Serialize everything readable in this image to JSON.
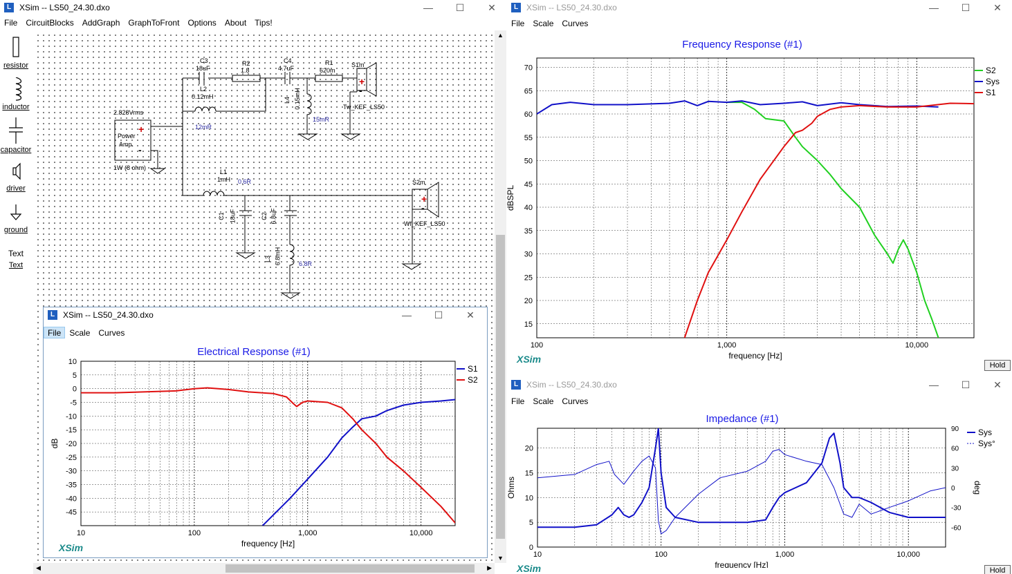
{
  "main": {
    "title": "XSim -- LS50_24.30.dxo",
    "menu": [
      "File",
      "CircuitBlocks",
      "AddGraph",
      "GraphToFront",
      "Options",
      "About",
      "Tips!"
    ],
    "palette": [
      {
        "label": "resistor",
        "icon": "resistor-icon"
      },
      {
        "label": "inductor",
        "icon": "inductor-icon"
      },
      {
        "label": "capacitor",
        "icon": "capacitor-icon"
      },
      {
        "label": "driver",
        "icon": "driver-icon"
      },
      {
        "label": "ground",
        "icon": "ground-icon"
      },
      {
        "label": "Text",
        "icon": "text-icon"
      }
    ],
    "schematic": {
      "source_voltage": "2.828Vrms",
      "amp_label1": "Power",
      "amp_label2": "Amp.",
      "amp_rating": "1W (8 ohm)",
      "C3_name": "C3",
      "C3_val": "18uF",
      "R2_name": "R2",
      "R2_val": "1.8",
      "C4_name": "C4",
      "C4_val": "4.7uF",
      "R1_name": "R1",
      "R1_val": "620m",
      "S1m_name": "S1m",
      "S1m_model": "Tw_KEF_LS50",
      "L2_name": "L2",
      "L2_val": "0.12mH",
      "L2_res": "12mR",
      "L4_name": "L4",
      "L4_val": "0.15mH",
      "L4_res": "15mR",
      "L1_name": "L1",
      "L1_val": "1mH",
      "L1_res": "0.6R",
      "C1_name": "C1",
      "C1_val": "18uF",
      "C2_name": "C2",
      "C2_val": "6.8uF",
      "L3_name": "L3",
      "L3_val": "6.8mH",
      "L3_res": "6.8R",
      "S2m_name": "S2m",
      "S2m_model": "Wf_KEF_LS50"
    }
  },
  "electrical": {
    "title": "XSim -- LS50_24.30.dxo",
    "menu": [
      "File",
      "Scale",
      "Curves"
    ],
    "brand": "XSim",
    "chart_data": {
      "type": "line",
      "title": "Electrical Response (#1)",
      "xlabel": "frequency [Hz]",
      "ylabel": "dB",
      "xscale": "log",
      "xlim": [
        10,
        20000
      ],
      "ylim": [
        -50,
        10
      ],
      "yticks": [
        10,
        5,
        0,
        -5,
        -10,
        -15,
        -20,
        -25,
        -30,
        -35,
        -40,
        -45
      ],
      "xticks": [
        "10",
        "100",
        "1,000",
        "10,000"
      ],
      "legend": "top-right",
      "series": [
        {
          "name": "S1",
          "color": "#1010c8",
          "x": [
            400,
            700,
            1000,
            1500,
            2000,
            2500,
            3000,
            4000,
            5000,
            7000,
            10000,
            15000,
            20000
          ],
          "y": [
            -50,
            -40,
            -33,
            -25,
            -18,
            -14,
            -11,
            -10,
            -8,
            -6,
            -5,
            -4.5,
            -4
          ]
        },
        {
          "name": "S2",
          "color": "#e01010",
          "x": [
            10,
            20,
            30,
            50,
            70,
            100,
            130,
            200,
            300,
            500,
            650,
            750,
            800,
            900,
            1000,
            1500,
            2000,
            2500,
            3000,
            4000,
            5000,
            7000,
            10000,
            15000,
            20000
          ],
          "y": [
            -1.5,
            -1.5,
            -1.3,
            -1,
            -0.8,
            0,
            0.3,
            -0.3,
            -1.2,
            -1.8,
            -3,
            -5.5,
            -6.5,
            -5,
            -4.5,
            -5,
            -7,
            -11,
            -15,
            -20,
            -25,
            -30,
            -36,
            -43,
            -49
          ]
        }
      ]
    }
  },
  "frequency": {
    "title": "XSim -- LS50_24.30.dxo",
    "menu": [
      "File",
      "Scale",
      "Curves"
    ],
    "brand": "XSim",
    "hold": "Hold",
    "chart_data": {
      "type": "line",
      "title": "Frequency Response (#1)",
      "xlabel": "frequency [Hz]",
      "ylabel": "dBSPL",
      "xscale": "log",
      "xlim": [
        100,
        20000
      ],
      "ylim": [
        12,
        72
      ],
      "yticks": [
        70,
        65,
        60,
        55,
        50,
        45,
        40,
        35,
        30,
        25,
        20,
        15
      ],
      "xticks": [
        "100",
        "1,000",
        "10,000"
      ],
      "legend": "top-right",
      "series": [
        {
          "name": "S2",
          "color": "#20d020",
          "x": [
            1000,
            1200,
            1400,
            1600,
            2000,
            2300,
            2500,
            3000,
            3500,
            4000,
            5000,
            6000,
            7000,
            7500,
            8000,
            8500,
            9000,
            10000,
            11000,
            12000,
            13000
          ],
          "y": [
            62.5,
            62.5,
            61,
            59,
            58.5,
            55,
            53,
            50,
            47,
            44,
            40,
            34,
            30,
            28,
            31,
            33,
            31,
            26,
            20,
            16,
            12
          ]
        },
        {
          "name": "Sys",
          "color": "#1010c8",
          "x": [
            100,
            120,
            150,
            200,
            300,
            500,
            600,
            700,
            800,
            1000,
            1200,
            1500,
            2000,
            2500,
            3000,
            4000,
            5000,
            7000,
            10000,
            13000
          ],
          "y": [
            60,
            62,
            62.5,
            62,
            62,
            62.3,
            62.8,
            61.8,
            62.7,
            62.5,
            62.8,
            62,
            62.3,
            62.6,
            61.8,
            62.4,
            62,
            61.6,
            61.7,
            61.5
          ]
        },
        {
          "name": "S1",
          "color": "#e01010",
          "x": [
            600,
            700,
            800,
            1000,
            1200,
            1500,
            2000,
            2300,
            2500,
            2800,
            3000,
            3500,
            4000,
            5000,
            7000,
            10000,
            15000,
            20000
          ],
          "y": [
            12,
            20,
            26,
            33,
            39,
            46,
            53,
            56,
            56.5,
            58,
            59.5,
            61,
            61.5,
            61.8,
            61.5,
            61.5,
            62.3,
            62.2
          ]
        }
      ]
    }
  },
  "impedance": {
    "title": "XSim -- LS50_24.30.dxo",
    "menu": [
      "File",
      "Scale",
      "Curves"
    ],
    "brand": "XSim",
    "hold": "Hold",
    "chart_data": {
      "type": "line",
      "title": "Impedance (#1)",
      "xlabel": "frequency [Hz]",
      "ylabel": "Ohms",
      "y2label": "deg",
      "xscale": "log",
      "xlim": [
        10,
        20000
      ],
      "ylim": [
        0,
        24
      ],
      "y2lim": [
        -90,
        90
      ],
      "yticks": [
        0,
        5,
        10,
        15,
        20
      ],
      "y2ticks": [
        90,
        60,
        30,
        0,
        -30,
        -60
      ],
      "xticks": [
        "10",
        "100",
        "1,000",
        "10,000"
      ],
      "legend": "top-right",
      "series": [
        {
          "name": "Sys",
          "color": "#1010c8",
          "axis": "left",
          "x": [
            10,
            20,
            30,
            40,
            45,
            50,
            55,
            60,
            70,
            80,
            90,
            95,
            100,
            110,
            130,
            200,
            300,
            500,
            700,
            800,
            900,
            1000,
            1500,
            2000,
            2300,
            2500,
            2800,
            3000,
            3500,
            4000,
            5000,
            7000,
            10000,
            15000,
            20000
          ],
          "y": [
            4,
            4,
            4.5,
            6.5,
            8,
            6.5,
            6,
            6.5,
            9,
            12,
            20,
            24,
            15,
            8,
            6,
            5,
            5,
            5,
            5.5,
            8,
            10,
            11,
            13,
            17,
            22,
            23,
            17,
            12,
            10,
            10,
            9,
            7,
            6,
            6,
            6
          ]
        },
        {
          "name": "Sys°",
          "color": "#1010c8",
          "axis": "right",
          "x": [
            10,
            20,
            30,
            38,
            42,
            50,
            60,
            70,
            80,
            90,
            95,
            100,
            110,
            130,
            200,
            300,
            500,
            700,
            800,
            900,
            1000,
            1500,
            2000,
            2500,
            3000,
            3500,
            4000,
            5000,
            7000,
            10000,
            15000,
            20000
          ],
          "y": [
            15,
            20,
            35,
            40,
            20,
            5,
            25,
            40,
            48,
            30,
            -50,
            -70,
            -65,
            -45,
            -10,
            15,
            25,
            40,
            55,
            58,
            50,
            40,
            35,
            0,
            -40,
            -45,
            -25,
            -40,
            -30,
            -20,
            -5,
            0
          ]
        }
      ]
    }
  }
}
